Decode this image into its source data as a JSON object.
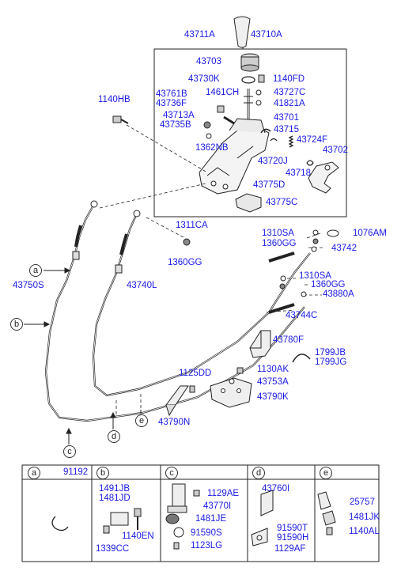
{
  "main_labels": [
    {
      "id": "43711A",
      "text": "43711A"
    },
    {
      "id": "43710A",
      "text": "43710A"
    },
    {
      "id": "43703",
      "text": "43703"
    },
    {
      "id": "43730K",
      "text": "43730K"
    },
    {
      "id": "1140FD",
      "text": "1140FD"
    },
    {
      "id": "43761B",
      "text": "43761B"
    },
    {
      "id": "1461CH",
      "text": "1461CH"
    },
    {
      "id": "43727C",
      "text": "43727C"
    },
    {
      "id": "43736F",
      "text": "43736F"
    },
    {
      "id": "41821A",
      "text": "41821A"
    },
    {
      "id": "1140HB",
      "text": "1140HB"
    },
    {
      "id": "43713A",
      "text": "43713A"
    },
    {
      "id": "43701",
      "text": "43701"
    },
    {
      "id": "43735B",
      "text": "43735B"
    },
    {
      "id": "43715",
      "text": "43715"
    },
    {
      "id": "43724F",
      "text": "43724F"
    },
    {
      "id": "1362NB",
      "text": "1362NB"
    },
    {
      "id": "43702",
      "text": "43702"
    },
    {
      "id": "43720J",
      "text": "43720J"
    },
    {
      "id": "43718",
      "text": "43718"
    },
    {
      "id": "43775D",
      "text": "43775D"
    },
    {
      "id": "43775C",
      "text": "43775C"
    },
    {
      "id": "1311CA",
      "text": "1311CA"
    },
    {
      "id": "1310SA_top",
      "text": "1310SA"
    },
    {
      "id": "1076AM",
      "text": "1076AM"
    },
    {
      "id": "1360GG_top",
      "text": "1360GG"
    },
    {
      "id": "43742",
      "text": "43742"
    },
    {
      "id": "1360GG_left",
      "text": "1360GG"
    },
    {
      "id": "43750S",
      "text": "43750S"
    },
    {
      "id": "43740L",
      "text": "43740L"
    },
    {
      "id": "1310SA_mid",
      "text": "1310SA"
    },
    {
      "id": "1360GG_mid",
      "text": "1360GG"
    },
    {
      "id": "43880A",
      "text": "43880A"
    },
    {
      "id": "43744C",
      "text": "43744C"
    },
    {
      "id": "43780F",
      "text": "43780F"
    },
    {
      "id": "1799JB",
      "text": "1799JB"
    },
    {
      "id": "1799JG",
      "text": "1799JG"
    },
    {
      "id": "1125DD",
      "text": "1125DD"
    },
    {
      "id": "1130AK",
      "text": "1130AK"
    },
    {
      "id": "43753A",
      "text": "43753A"
    },
    {
      "id": "43790K",
      "text": "43790K"
    },
    {
      "id": "43790N",
      "text": "43790N"
    }
  ],
  "callouts": {
    "a": "a",
    "b": "b",
    "c": "c",
    "d": "d",
    "e": "e"
  },
  "table": {
    "headers": [
      {
        "letter": "a",
        "part": "91192"
      },
      {
        "letter": "b",
        "part": ""
      },
      {
        "letter": "c",
        "part": ""
      },
      {
        "letter": "d",
        "part": ""
      },
      {
        "letter": "e",
        "part": ""
      }
    ],
    "cell_labels": [
      {
        "id": "t_1491JB",
        "text": "1491JB"
      },
      {
        "id": "t_1481JD",
        "text": "1481JD"
      },
      {
        "id": "t_1140EN",
        "text": "1140EN"
      },
      {
        "id": "t_1339CC",
        "text": "1339CC"
      },
      {
        "id": "t_1129AE",
        "text": "1129AE"
      },
      {
        "id": "t_43770I",
        "text": "43770I"
      },
      {
        "id": "t_1481JE",
        "text": "1481JE"
      },
      {
        "id": "t_91590S",
        "text": "91590S"
      },
      {
        "id": "t_1123LG",
        "text": "1123LG"
      },
      {
        "id": "t_43760I",
        "text": "43760I"
      },
      {
        "id": "t_91590T",
        "text": "91590T"
      },
      {
        "id": "t_91590H",
        "text": "91590H"
      },
      {
        "id": "t_1129AF",
        "text": "1129AF"
      },
      {
        "id": "t_25757",
        "text": "25757"
      },
      {
        "id": "t_1481JK",
        "text": "1481JK"
      },
      {
        "id": "t_1140AL",
        "text": "1140AL"
      }
    ]
  },
  "colors": {
    "label": "#1a1ae6",
    "line": "#222222"
  }
}
